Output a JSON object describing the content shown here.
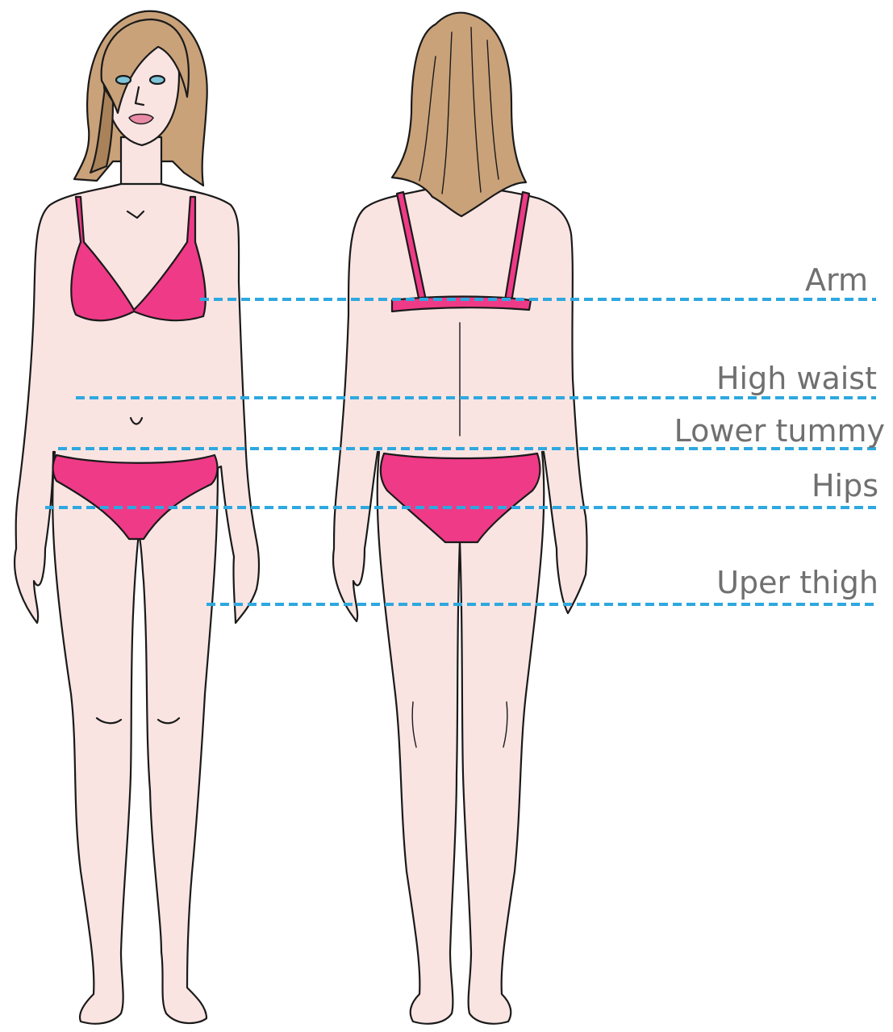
{
  "colors": {
    "skin": "#f9e4e2",
    "outline": "#1a1a1a",
    "bikini": "#ee3a87",
    "hair": "#c9a27a",
    "hair_shade": "#a9825a",
    "measure_line": "#2ea8df",
    "label": "#707070"
  },
  "figures": {
    "front": {
      "name": "front-view-figure"
    },
    "back": {
      "name": "back-view-figure"
    }
  },
  "measurements": [
    {
      "id": "arm",
      "label": "Arm"
    },
    {
      "id": "high-waist",
      "label": "High waist"
    },
    {
      "id": "lower-tummy",
      "label": "Lower tummy"
    },
    {
      "id": "hips",
      "label": "Hips"
    },
    {
      "id": "upper-thigh",
      "label": "Uper thigh"
    }
  ]
}
